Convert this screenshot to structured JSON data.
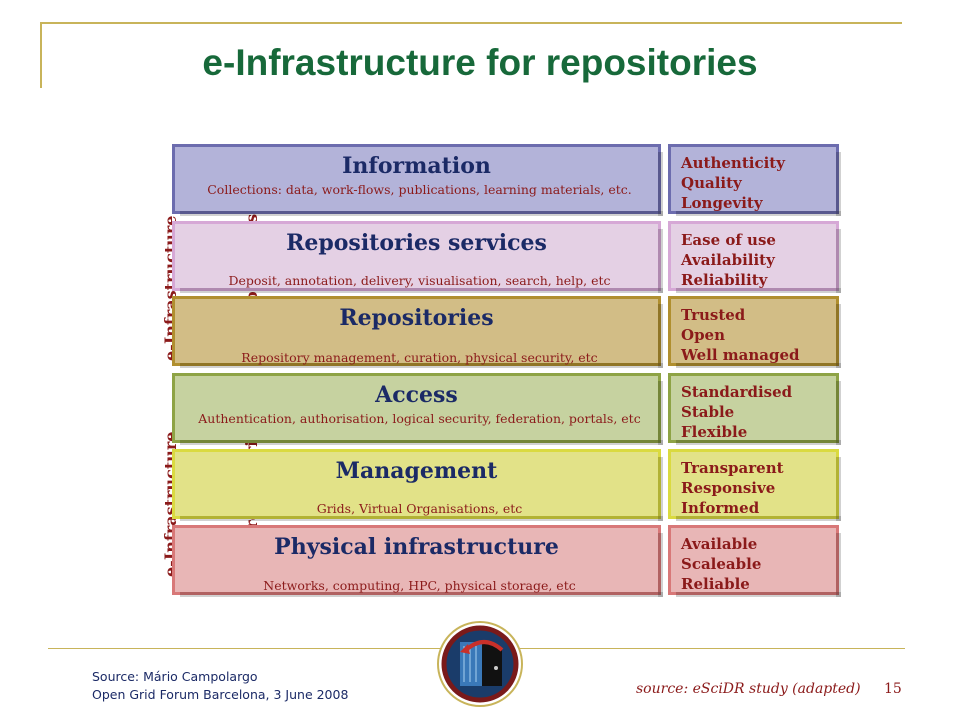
{
  "title": "e-Infrastructure for repositories",
  "side_labels": {
    "upper": {
      "line1": "e-Infrastructure",
      "line2_italic": "of",
      "line2_rest": "repositories"
    },
    "lower": {
      "line1": "e-Infrastructure",
      "line2_italic": "for",
      "line2_rest": "repositories"
    }
  },
  "layers": [
    {
      "name": "Information",
      "description": "Collections: data, work-flows, publications, learning materials, etc.",
      "color": "#b3b3d9",
      "border": "#6c6cae"
    },
    {
      "name": "Repositories services",
      "description": "Deposit, annotation, delivery, visualisation, search, help, etc",
      "color": "#e4d0e4",
      "border": "#d6a8d6"
    },
    {
      "name": "Repositories",
      "description": "Repository management, curation, physical security,  etc",
      "color": "#d2bd86",
      "border": "#b08f2f"
    },
    {
      "name": "Access",
      "description": "Authentication, authorisation, logical security, federation, portals, etc",
      "color": "#c6d2a0",
      "border": "#8ea345"
    },
    {
      "name": "Management",
      "description": "Grids, Virtual Organisations,  etc",
      "color": "#e2e288",
      "border": "#dada40"
    },
    {
      "name": "Physical infrastructure",
      "description": "Networks, computing, HPC, physical storage,  etc",
      "color": "#e8b6b6",
      "border": "#d87878"
    }
  ],
  "qualities": [
    {
      "items": [
        "Authenticity",
        "Quality",
        "Longevity"
      ]
    },
    {
      "items": [
        "Ease of use",
        "Availability",
        "Reliability"
      ]
    },
    {
      "items": [
        "Trusted",
        "Open",
        "Well managed"
      ]
    },
    {
      "items": [
        "Standardised",
        "Stable",
        "Flexible"
      ]
    },
    {
      "items": [
        "Transparent",
        "Responsive",
        "Informed"
      ]
    },
    {
      "items": [
        "Available",
        "Scaleable",
        "Reliable"
      ]
    }
  ],
  "footer": {
    "source_left_line1": "Source: Mário Campolargo",
    "source_left_line2": "Open Grid Forum Barcelona, 3 June 2008",
    "source_right": "source: eSciDR study (adapted)",
    "page_number": "15"
  },
  "colors": {
    "title": "#17693a",
    "accent_text": "#8b1a1a",
    "layer_title": "#1b2a66",
    "frame": "#c8b45a"
  }
}
